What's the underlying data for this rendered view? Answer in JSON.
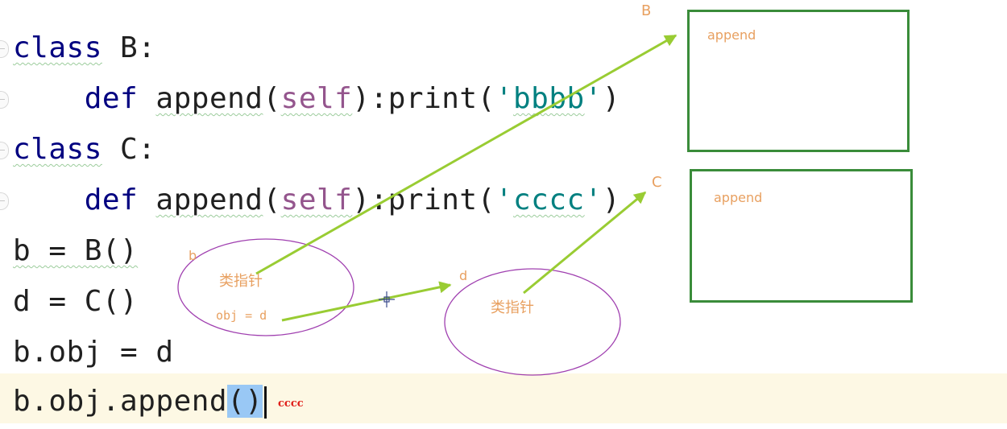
{
  "code": {
    "lines": [
      {
        "kw": "class",
        "rest": " B:"
      },
      {
        "kw": "def",
        "name": "append",
        "params": "self",
        "call": "print",
        "str": "bbbb"
      },
      {
        "kw": "class",
        "rest": " C:"
      },
      {
        "kw": "def",
        "name": "append",
        "params": "self",
        "call": "print",
        "str": "cccc"
      },
      {
        "text": "b = B()"
      },
      {
        "text": "d = C()"
      },
      {
        "text": "b.obj = d"
      },
      {
        "pre": "b.obj.append",
        "selected": "()"
      }
    ],
    "output": "cccc"
  },
  "diagram": {
    "class_b": {
      "label": "B",
      "method": "append"
    },
    "class_c": {
      "label": "C",
      "method": "append"
    },
    "instance_b": {
      "label": "b",
      "pointer": "类指针",
      "attr": "obj = d"
    },
    "instance_d": {
      "label": "d",
      "pointer": "类指针"
    },
    "colors": {
      "arrow": "#99cc33",
      "ellipse": "#a040b0",
      "box_border": "#3a8c3a",
      "label": "#e8a060",
      "output": "#e0201b"
    }
  }
}
